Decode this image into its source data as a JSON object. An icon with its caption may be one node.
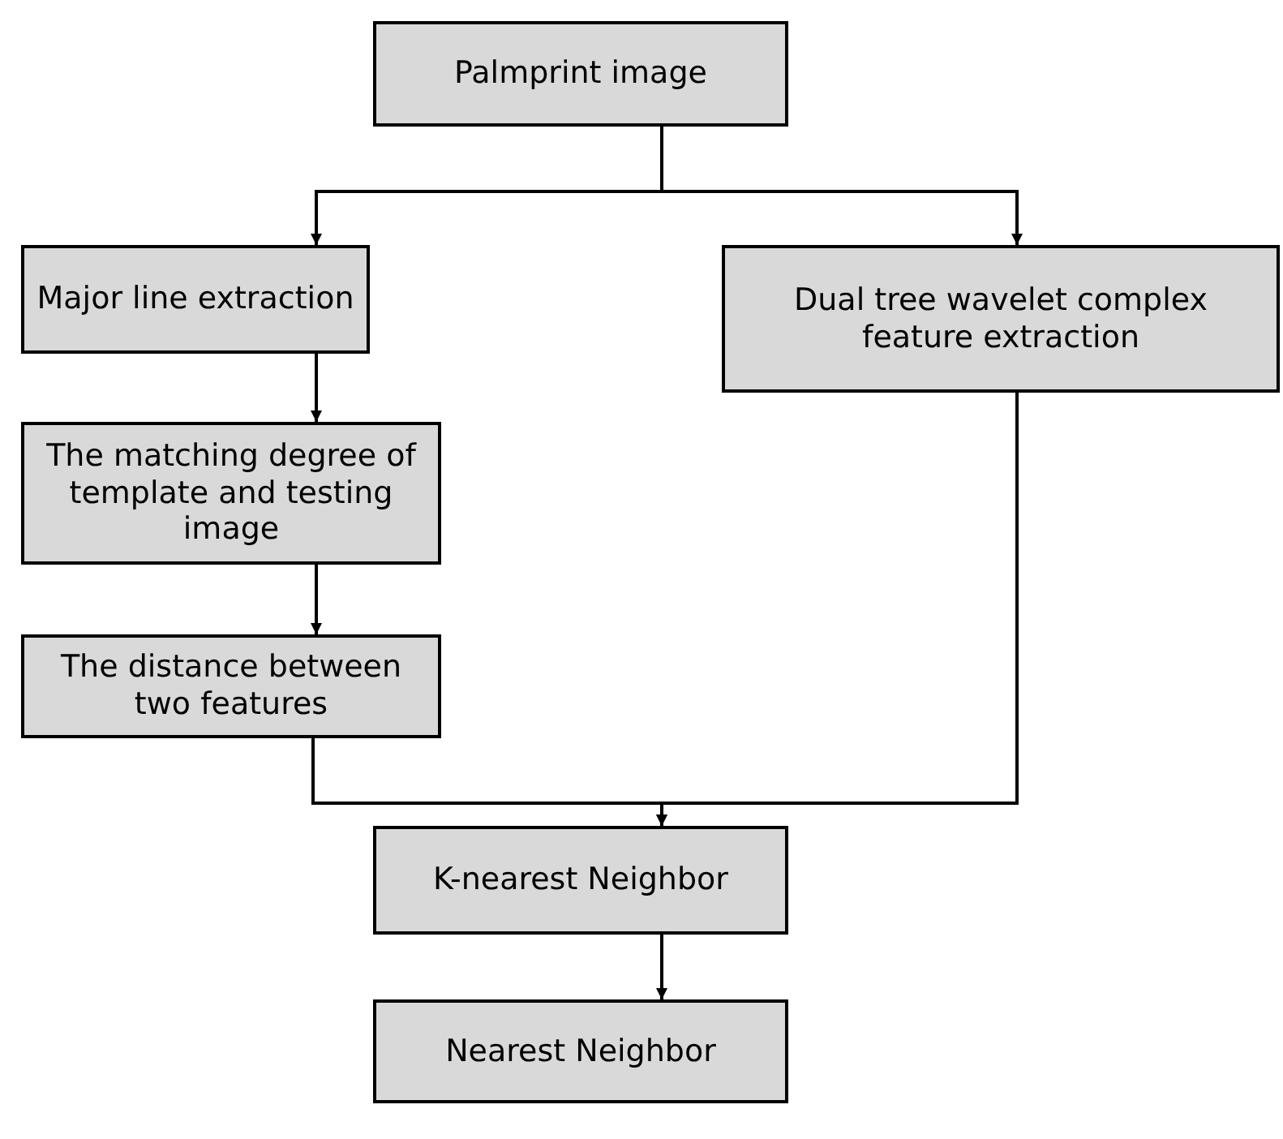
{
  "diagram": {
    "nodes": [
      {
        "text": [
          "Palmprint image"
        ]
      },
      {
        "text": [
          "Major line extraction"
        ]
      },
      {
        "text": [
          "Dual tree wavelet complex feature extraction"
        ]
      },
      {
        "text": [
          "The matching degree of template and testing image"
        ]
      },
      {
        "text": [
          "The distance between two features"
        ]
      },
      {
        "text": [
          "K-nearest Neighbor"
        ]
      },
      {
        "text": [
          "Nearest Neighbor"
        ]
      }
    ],
    "edges": [
      {
        "from": 0,
        "to": 1,
        "arrow": "to"
      },
      {
        "from": 0,
        "to": 2,
        "arrow": "to"
      },
      {
        "from": 1,
        "to": 3,
        "arrow": "to"
      },
      {
        "from": 3,
        "to": 4,
        "arrow": "to"
      },
      {
        "from": 4,
        "to": 5,
        "arrow": "to"
      },
      {
        "from": 2,
        "to": 5,
        "arrow": "to"
      },
      {
        "from": 5,
        "to": 6,
        "arrow": "to"
      }
    ]
  }
}
